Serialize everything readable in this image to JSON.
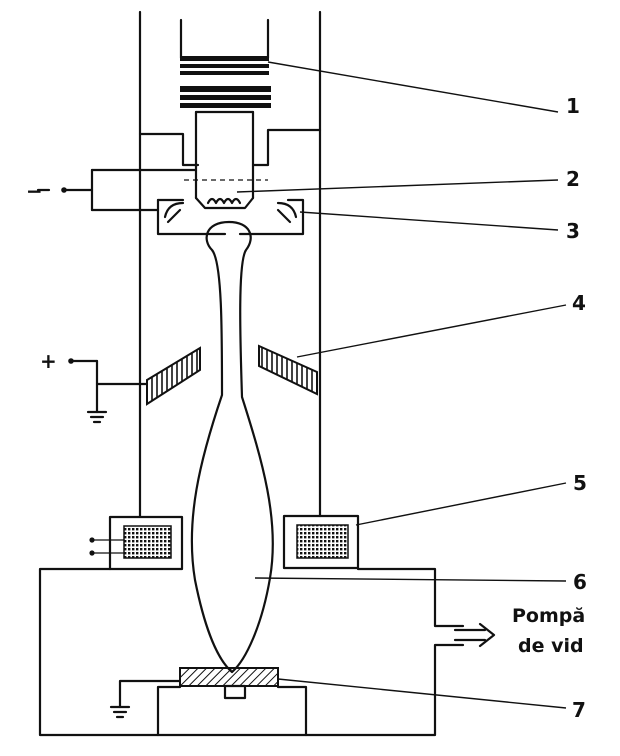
{
  "diagram": {
    "callouts": [
      {
        "id": "cathode-coil",
        "number": "1"
      },
      {
        "id": "filament",
        "number": "2"
      },
      {
        "id": "wehnelt-electrode",
        "number": "3"
      },
      {
        "id": "anode",
        "number": "4"
      },
      {
        "id": "focusing-coil",
        "number": "5"
      },
      {
        "id": "electron-beam",
        "number": "6"
      },
      {
        "id": "workpiece",
        "number": "7"
      }
    ],
    "polarity": {
      "negative": "−",
      "positive": "+"
    },
    "pump": {
      "line1": "Pompă",
      "line2": "de vid"
    }
  }
}
